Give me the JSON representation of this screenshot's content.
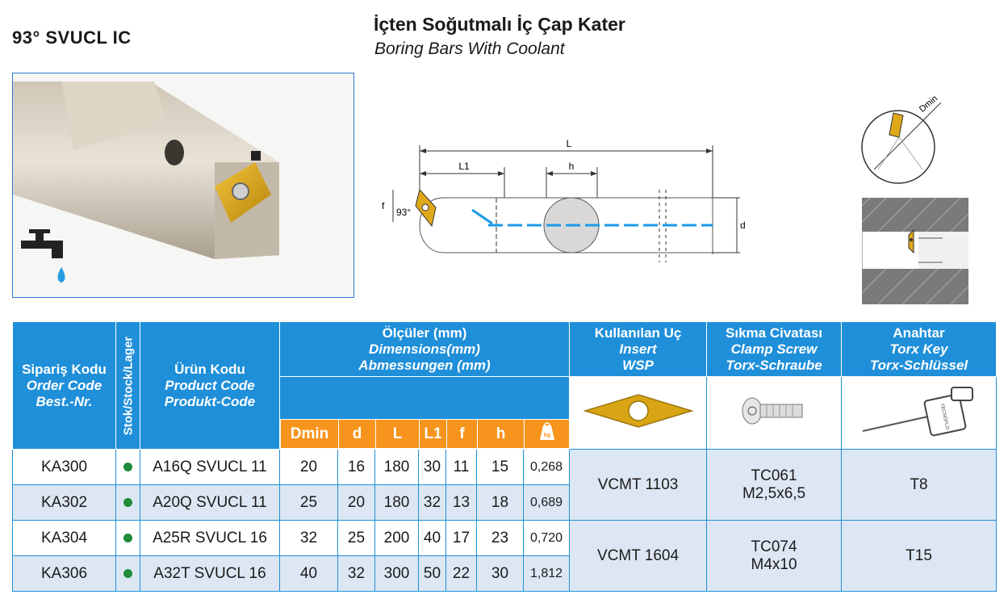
{
  "header": {
    "product_code": "93° SVUCL   IC",
    "title_tr": "İçten Soğutmalı İç Çap Kater",
    "title_en": "Boring Bars With Coolant"
  },
  "drawing": {
    "dim_L": "L",
    "dim_L1": "L1",
    "dim_h": "h",
    "dim_f": "f",
    "dim_angle": "93°",
    "dim_d": "d",
    "dim_dmin": "Dmin"
  },
  "table": {
    "order_code": {
      "tr": "Sipariş Kodu",
      "en": "Order Code",
      "de": "Best.-Nr."
    },
    "stock": {
      "tr": "Stok",
      "rest": "/Stock/Lager"
    },
    "product_code": {
      "tr": "Ürün Kodu",
      "en": "Product Code",
      "de": "Produkt-Code"
    },
    "dimensions": {
      "tr": "Ölçüler (mm)",
      "en": "Dimensions(mm)",
      "de": "Abmessungen (mm)"
    },
    "insert": {
      "tr": "Kullanılan Uç",
      "en": "Insert",
      "de": "WSP"
    },
    "clamp": {
      "tr": "Sıkma Civatası",
      "en": "Clamp Screw",
      "de": "Torx-Schraube"
    },
    "key": {
      "tr": "Anahtar",
      "en": "Torx Key",
      "de": "Torx-Schlüssel"
    },
    "sub_headers": [
      "Dmin",
      "d",
      "L",
      "L1",
      "f",
      "h"
    ],
    "weight_icon_label": "kg",
    "rows": [
      {
        "order": "KA300",
        "product": "A16Q SVUCL 11",
        "dmin": "20",
        "d": "16",
        "L": "180",
        "L1": "30",
        "f": "11",
        "h": "15",
        "weight": "0,268"
      },
      {
        "order": "KA302",
        "product": "A20Q SVUCL 11",
        "dmin": "25",
        "d": "20",
        "L": "180",
        "L1": "32",
        "f": "13",
        "h": "18",
        "weight": "0,689"
      },
      {
        "order": "KA304",
        "product": "A25R SVUCL 16",
        "dmin": "32",
        "d": "25",
        "L": "200",
        "L1": "40",
        "f": "17",
        "h": "23",
        "weight": "0,720"
      },
      {
        "order": "KA306",
        "product": "A32T SVUCL 16",
        "dmin": "40",
        "d": "32",
        "L": "300",
        "L1": "50",
        "f": "22",
        "h": "30",
        "weight": "1,812"
      }
    ],
    "groups": [
      {
        "insert": "VCMT 1103",
        "clamp_l1": "TC061",
        "clamp_l2": "M2,5x6,5",
        "key": "T8"
      },
      {
        "insert": "VCMT 1604",
        "clamp_l1": "TC074",
        "clamp_l2": "M4x10",
        "key": "T15"
      }
    ],
    "key_brand": "TECNOFLO"
  },
  "colors": {
    "header_blue": "#1f8fd9",
    "header_orange": "#f7941d",
    "row_alt": "#dde7f3",
    "stock_dot": "#1e8c3a",
    "insert_gold": "#d9a514"
  }
}
